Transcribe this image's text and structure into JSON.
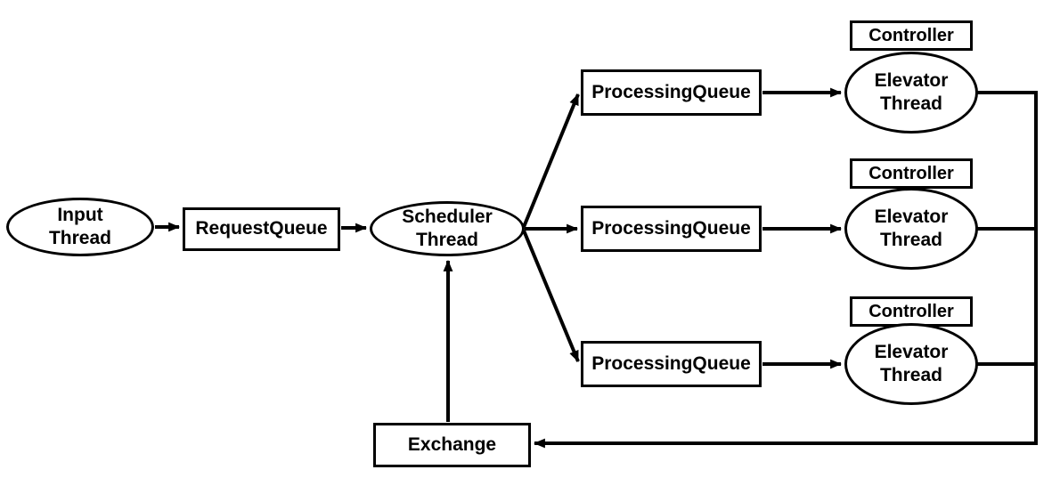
{
  "diagram": {
    "title": "elevator-scheduler-thread-architecture",
    "colors": {
      "background": "#ffffff",
      "stroke": "#000000",
      "node_fill": "#ffffff",
      "text": "#000000"
    },
    "nodes": {
      "input_thread": {
        "label": "Input\nThread",
        "shape": "ellipse"
      },
      "request_queue": {
        "label": "RequestQueue",
        "shape": "rect"
      },
      "scheduler_thread": {
        "label": "Scheduler\nThread",
        "shape": "ellipse"
      },
      "exchange": {
        "label": "Exchange",
        "shape": "rect"
      }
    },
    "elevator_branches": [
      {
        "queue_label": "ProcessingQueue",
        "controller_label": "Controller",
        "thread_label": "Elevator\nThread"
      },
      {
        "queue_label": "ProcessingQueue",
        "controller_label": "Controller",
        "thread_label": "Elevator\nThread"
      },
      {
        "queue_label": "ProcessingQueue",
        "controller_label": "Controller",
        "thread_label": "Elevator\nThread"
      }
    ],
    "edges": [
      "input_thread -> request_queue",
      "request_queue -> scheduler_thread",
      "scheduler_thread -> processing_queue_1",
      "scheduler_thread -> processing_queue_2",
      "scheduler_thread -> processing_queue_3",
      "processing_queue_1 -> elevator_thread_1",
      "processing_queue_2 -> elevator_thread_2",
      "processing_queue_3 -> elevator_thread_3",
      "elevator_threads -> exchange",
      "exchange -> scheduler_thread"
    ]
  }
}
